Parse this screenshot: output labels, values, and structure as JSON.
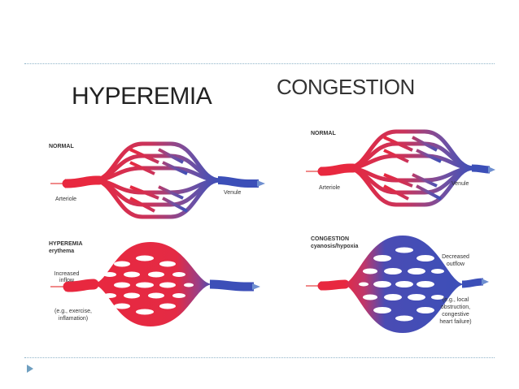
{
  "titles": {
    "left": "HYPEREMIA",
    "right": "CONGESTION"
  },
  "left_panel": {
    "normal": {
      "heading": "NORMAL",
      "arteriole": "Arteriole",
      "venule": "Venule"
    },
    "hyperemia": {
      "heading": "HYPEREMIA",
      "subheading": "erythema",
      "inflow_line1": "Increased",
      "inflow_line2": "inflow",
      "note_line1": "(e.g., exercise,",
      "note_line2": "inflamation)"
    }
  },
  "right_panel": {
    "normal": {
      "heading": "NORMAL",
      "arteriole": "Arteriole",
      "venule": "Venule"
    },
    "congestion": {
      "heading": "CONGESTION",
      "subheading": "cyanosis/hypoxia",
      "outflow_line1": "Decreased",
      "outflow_line2": "outflow",
      "note_line1": "(e.g., local",
      "note_line2": "obstruction,",
      "note_line3": "congestive",
      "note_line4": "heart failure)"
    }
  },
  "colors": {
    "artery": "#e8283f",
    "vein": "#3c4fb8",
    "capillary_outline": "#7a4a86",
    "rule": "#8fb3c8",
    "bullet": "#6f9fc0"
  }
}
